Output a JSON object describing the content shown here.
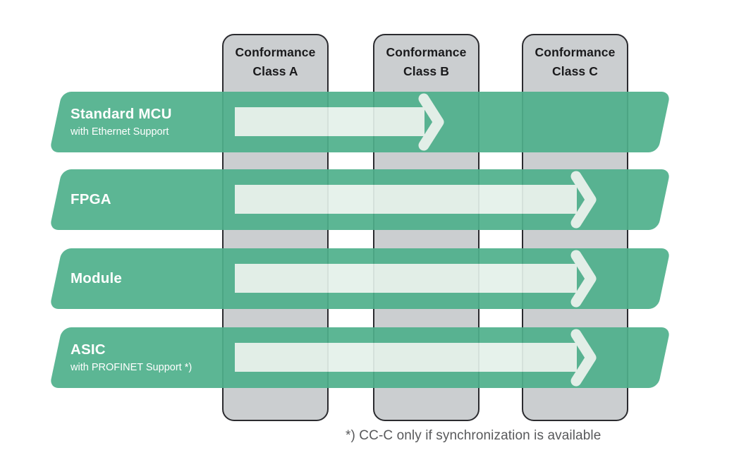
{
  "diagram": {
    "columns": [
      {
        "line1": "Conformance",
        "line2": "Class A"
      },
      {
        "line1": "Conformance",
        "line2": "Class B"
      },
      {
        "line1": "Conformance",
        "line2": "Class C"
      }
    ],
    "rows": [
      {
        "title": "Standard MCU",
        "subtitle": "with Ethernet Support",
        "arrow_reaches": "Conformance Class B"
      },
      {
        "title": "FPGA",
        "subtitle": "",
        "arrow_reaches": "Conformance Class C"
      },
      {
        "title": "Module",
        "subtitle": "",
        "arrow_reaches": "Conformance Class C"
      },
      {
        "title": "ASIC",
        "subtitle": "with PROFINET Support *)",
        "arrow_reaches": "Conformance Class C"
      }
    ],
    "footnote": "*) CC-C only if synchronization is available"
  },
  "colors": {
    "band_green": "#4fb08c",
    "arrow_pale": "#e4f1ea",
    "column_fill": "#cbced0",
    "column_border": "#2b2b2f",
    "column_text": "#1a1a1c",
    "band_text": "#ffffff",
    "footnote_text": "#58595b"
  }
}
